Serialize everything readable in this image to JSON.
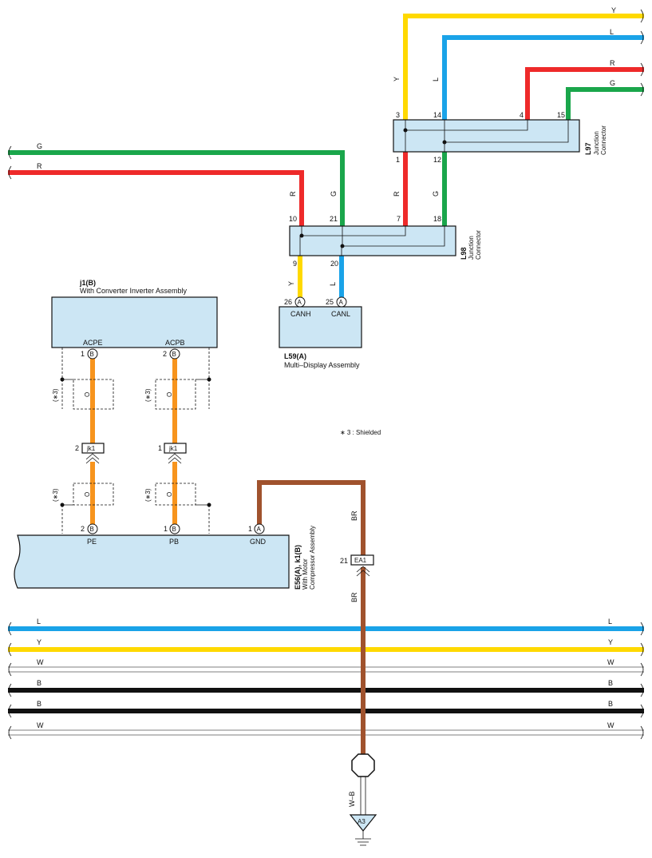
{
  "connectors": {
    "L97": {
      "code": "L97",
      "name_line1": "Junction",
      "name_line2": "Connector",
      "pins": {
        "p3": "3",
        "p14": "14",
        "p4": "4",
        "p15": "15",
        "p1": "1",
        "p12": "12"
      }
    },
    "L98": {
      "code": "L98",
      "name_line1": "Junction",
      "name_line2": "Connector",
      "pins": {
        "p10": "10",
        "p21": "21",
        "p7": "7",
        "p18": "18",
        "p9": "9",
        "p20": "20"
      }
    },
    "L59": {
      "code": "L59(A)",
      "name": "Multi–Display Assembly",
      "pins": {
        "p26": "26",
        "p25": "25"
      },
      "pin_letter": "A",
      "terminals": {
        "canh": "CANH",
        "canl": "CANL"
      }
    },
    "J1": {
      "code": "j1(B)",
      "name": "With Converter Inverter Assembly",
      "pins": {
        "p1": "1",
        "p2": "2"
      },
      "pin_letter": "B",
      "terminals": {
        "acpe": "ACPE",
        "acpb": "ACPB"
      }
    },
    "E56": {
      "code": "E56(A), k1(B)",
      "name_line1": "With Motor",
      "name_line2": "Compressor Assembly",
      "pins": {
        "p2": "2",
        "p1b": "1",
        "p1a": "1"
      },
      "pin_letter_b": "B",
      "pin_letter_a": "A",
      "terminals": {
        "pe": "PE",
        "pb": "PB",
        "gnd": "GND"
      }
    },
    "JK1": {
      "label": "jk1",
      "pin_left": "2",
      "pin_right": "1"
    },
    "EA1": {
      "label": "EA1",
      "pin": "21"
    }
  },
  "wire_colors": {
    "Y": "#ffd900",
    "L": "#1aa3e8",
    "R": "#ee2a2a",
    "G": "#1aa64b",
    "O": "#f7941d",
    "BR": "#a0522d",
    "B": "#111111",
    "W": "#ffffff"
  },
  "wire_labels": {
    "y": "Y",
    "l": "L",
    "r": "R",
    "g": "G",
    "o": "O",
    "br": "BR",
    "b": "B",
    "w": "W",
    "wb": "W–B"
  },
  "shield": {
    "mark": "(∗3)",
    "note": "∗ 3 : Shielded"
  },
  "ground": {
    "label": "A3"
  }
}
